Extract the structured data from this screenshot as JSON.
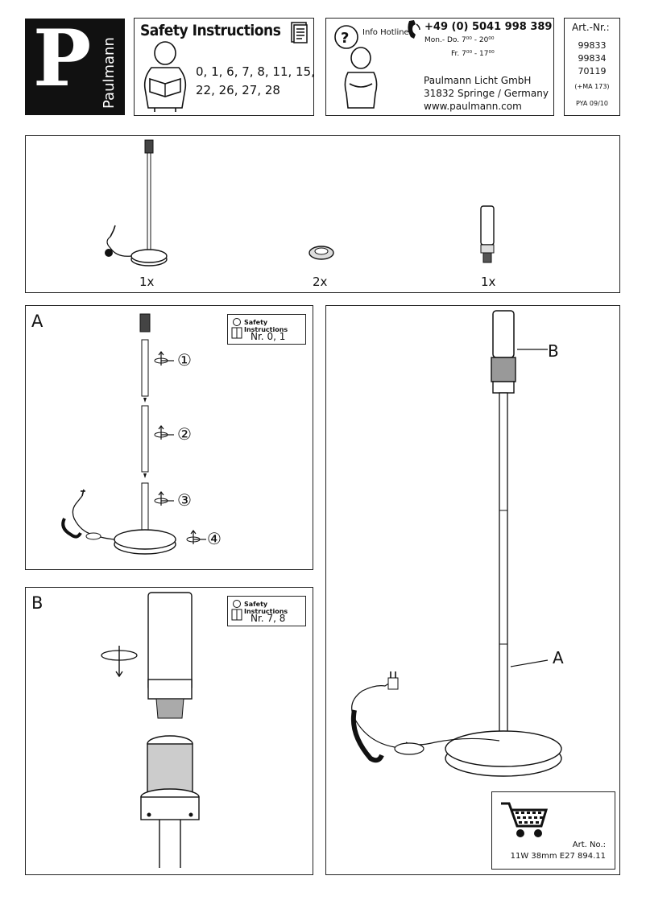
{
  "brand": {
    "logo_letter": "P",
    "name": "Paulmann"
  },
  "safety_header": {
    "title": "Safety Instructions",
    "numbers_line1": "0, 1, 6, 7, 8, 11, 15,",
    "numbers_line2": "22, 26, 27, 28"
  },
  "hotline": {
    "label": "Info Hotline",
    "phone": "+49 (0) 5041 998 389",
    "hours_weekdays": "Mon.- Do.  7⁰⁰ - 20⁰⁰",
    "hours_friday": "Fr.  7⁰⁰ - 17⁰⁰",
    "company": "Paulmann Licht GmbH",
    "address": "31832 Springe  / Germany",
    "website": "www.paulmann.com"
  },
  "article": {
    "label": "Art.-Nr.:",
    "numbers": [
      "99833",
      "99834",
      "70119"
    ],
    "note": "(+MA 173)",
    "code": "PYA  09/10"
  },
  "parts": [
    {
      "qty": "1x",
      "icon": "floor-lamp-icon"
    },
    {
      "qty": "2x",
      "icon": "ring-nut-icon"
    },
    {
      "qty": "1x",
      "icon": "lamp-bulb-icon"
    }
  ],
  "section_a": {
    "letter": "A",
    "ref_title": "Safety Instructions",
    "ref_numbers": "Nr. 0, 1",
    "steps": [
      "①",
      "②",
      "③",
      "④"
    ]
  },
  "section_b": {
    "letter": "B",
    "ref_title": "Safety Instructions",
    "ref_numbers": "Nr. 7, 8"
  },
  "overview": {
    "callout_b": "B",
    "callout_a": "A"
  },
  "cart": {
    "label": "Art. No.:",
    "spec": "11W 38mm E27  894.11"
  }
}
